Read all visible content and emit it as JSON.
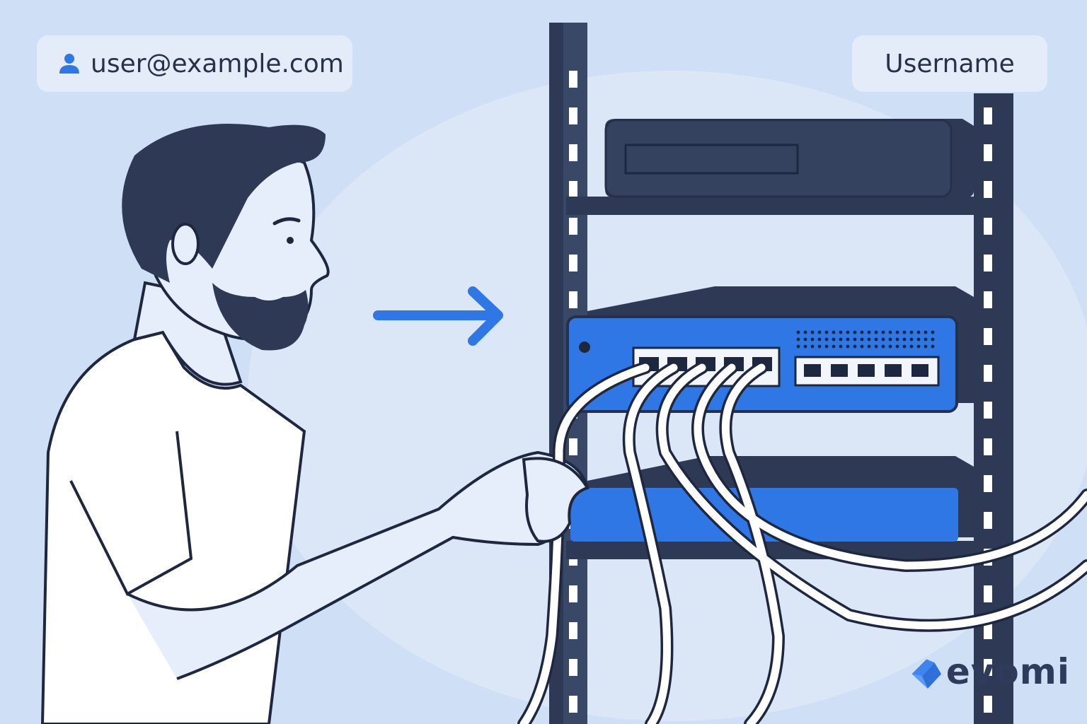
{
  "login": {
    "email": "user@example.com",
    "username_label": "Username"
  },
  "brand": {
    "name": "evomi",
    "logo_icon": "evomi-logo-icon"
  },
  "icons": {
    "user": "user-icon",
    "arrow": "arrow-right-icon",
    "server": "server-icon",
    "switch": "network-switch-icon"
  },
  "colors": {
    "background": "#cfdff5",
    "accent": "#2f77e4",
    "dark": "#2e3a55",
    "skin": "#e6eefb"
  }
}
